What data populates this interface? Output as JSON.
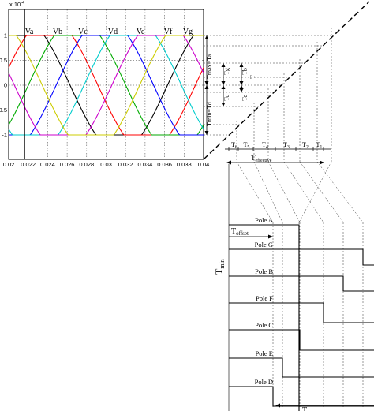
{
  "plot": {
    "y_scale_label": "x 10",
    "y_scale_exp": "-4",
    "x_ticks": [
      "0.02",
      "0.022",
      "0.024",
      "0.026",
      "0.028",
      "0.03",
      "0.032",
      "0.034",
      "0.036",
      "0.038",
      "0.04"
    ],
    "y_ticks": [
      "1",
      "0.5",
      "0",
      "-0.5",
      "-1"
    ],
    "phases": [
      "Va",
      "Vb",
      "Vc",
      "Vd",
      "Ve",
      "Vf",
      "Vg"
    ],
    "colors": [
      "#000000",
      "#ff0000",
      "#00aa00",
      "#0000ff",
      "#00cccc",
      "#cc00cc",
      "#cccc00"
    ]
  },
  "timing": {
    "tmax_label": "Tmax=Ta",
    "tmin_label": "Tmin=Td",
    "tg_label": "Tg",
    "tc_label": "Tc",
    "tb_label": "Tb",
    "te_label": "Te",
    "intervals": [
      "T6",
      "T5",
      "T4",
      "T3",
      "T2",
      "T1"
    ],
    "effective_main": "T",
    "effective_sub": "effective",
    "offset_main": "T",
    "offset_sub": "offset",
    "tmin_axis_main": "T",
    "tmin_axis_sub": "min",
    "bottom_label": "T"
  },
  "poles": [
    "Pole A",
    "Pole G",
    "Pole B",
    "Pole F",
    "Pole C",
    "Pole E",
    "Pole D"
  ]
}
